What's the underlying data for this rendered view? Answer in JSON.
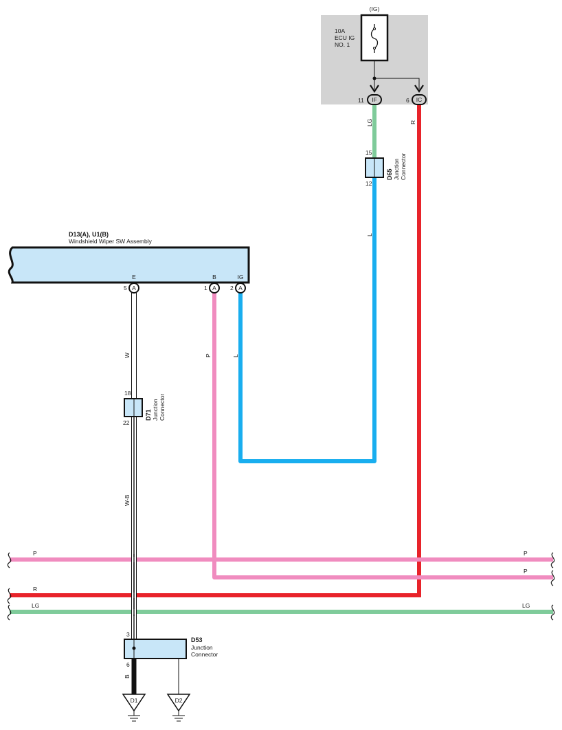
{
  "fuse_box": {
    "header": "(IG)",
    "fuse_rating": "10A",
    "fuse_name_line1": "ECU IG",
    "fuse_name_line2": "NO. 1",
    "terminal_if_label": "IF",
    "terminal_if_pin": "11",
    "terminal_ic_label": "IC",
    "terminal_ic_pin": "6"
  },
  "connectors": {
    "d65": {
      "code": "D65",
      "line1": "Junction",
      "line2": "Connector",
      "pin_top": "15",
      "pin_bottom": "12"
    },
    "d71": {
      "code": "D71",
      "line1": "Junction",
      "line2": "Connector",
      "pin_top": "18",
      "pin_bottom": "22"
    },
    "d53": {
      "code": "D53",
      "line1": "Junction",
      "line2": "Connector",
      "pin_top": "3",
      "pin_bottom": "6"
    }
  },
  "switch_assembly": {
    "code": "D13(A), U1(B)",
    "name": "Windshield Wiper SW Assembly",
    "terminals": [
      {
        "name": "E",
        "pin": "5",
        "connector": "A"
      },
      {
        "name": "B",
        "pin": "1",
        "connector": "A"
      },
      {
        "name": "IG",
        "pin": "2",
        "connector": "A"
      }
    ]
  },
  "wire_labels": {
    "lg_fuse": "LG",
    "r_fuse": "R",
    "l_upper": "L",
    "l_lower": "L",
    "p_vertical": "P",
    "w_upper": "W",
    "wb": "W-B",
    "b_ground": "B"
  },
  "bus_labels": {
    "p_left": "P",
    "p_right_1": "P",
    "p_right_2": "P",
    "r_left": "R",
    "lg_left": "LG",
    "lg_right": "LG"
  },
  "grounds": {
    "d1": "D1",
    "d2": "D2"
  },
  "colors": {
    "pink": "#f08cbf",
    "red": "#e8232a",
    "blue": "#19aeef",
    "green": "#7fcb9a",
    "box_fill": "#c8e6f8",
    "fuse_bg": "#d3d3d3"
  }
}
